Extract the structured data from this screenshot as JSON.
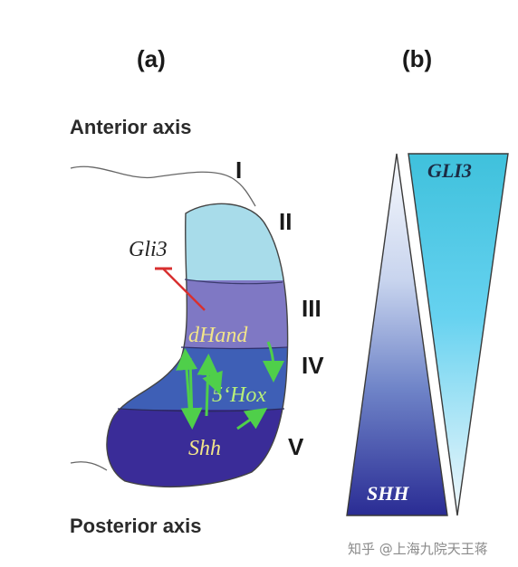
{
  "panels": {
    "a": "(a)",
    "b": "(b)"
  },
  "axes": {
    "anterior": "Anterior axis",
    "posterior": "Posterior axis"
  },
  "zones": [
    "I",
    "II",
    "III",
    "IV",
    "V"
  ],
  "genes": {
    "gli3": "Gli3",
    "dhand": "dHand",
    "hox": "5‘Hox",
    "shh": "Shh"
  },
  "gradients": {
    "gli3": "GLI3",
    "shh": "SHH"
  },
  "watermark": "知乎 @上海九院天王蒋",
  "colors": {
    "zone2": "#a8dcea",
    "zone3": "#7f78c4",
    "zone4": "#3e5fb6",
    "zone5": "#3a2c98",
    "arrow": "#4fcf4a",
    "inhibit": "#d83030",
    "gli3_label": "#1c2c44",
    "shh_label": "#ffffff"
  }
}
